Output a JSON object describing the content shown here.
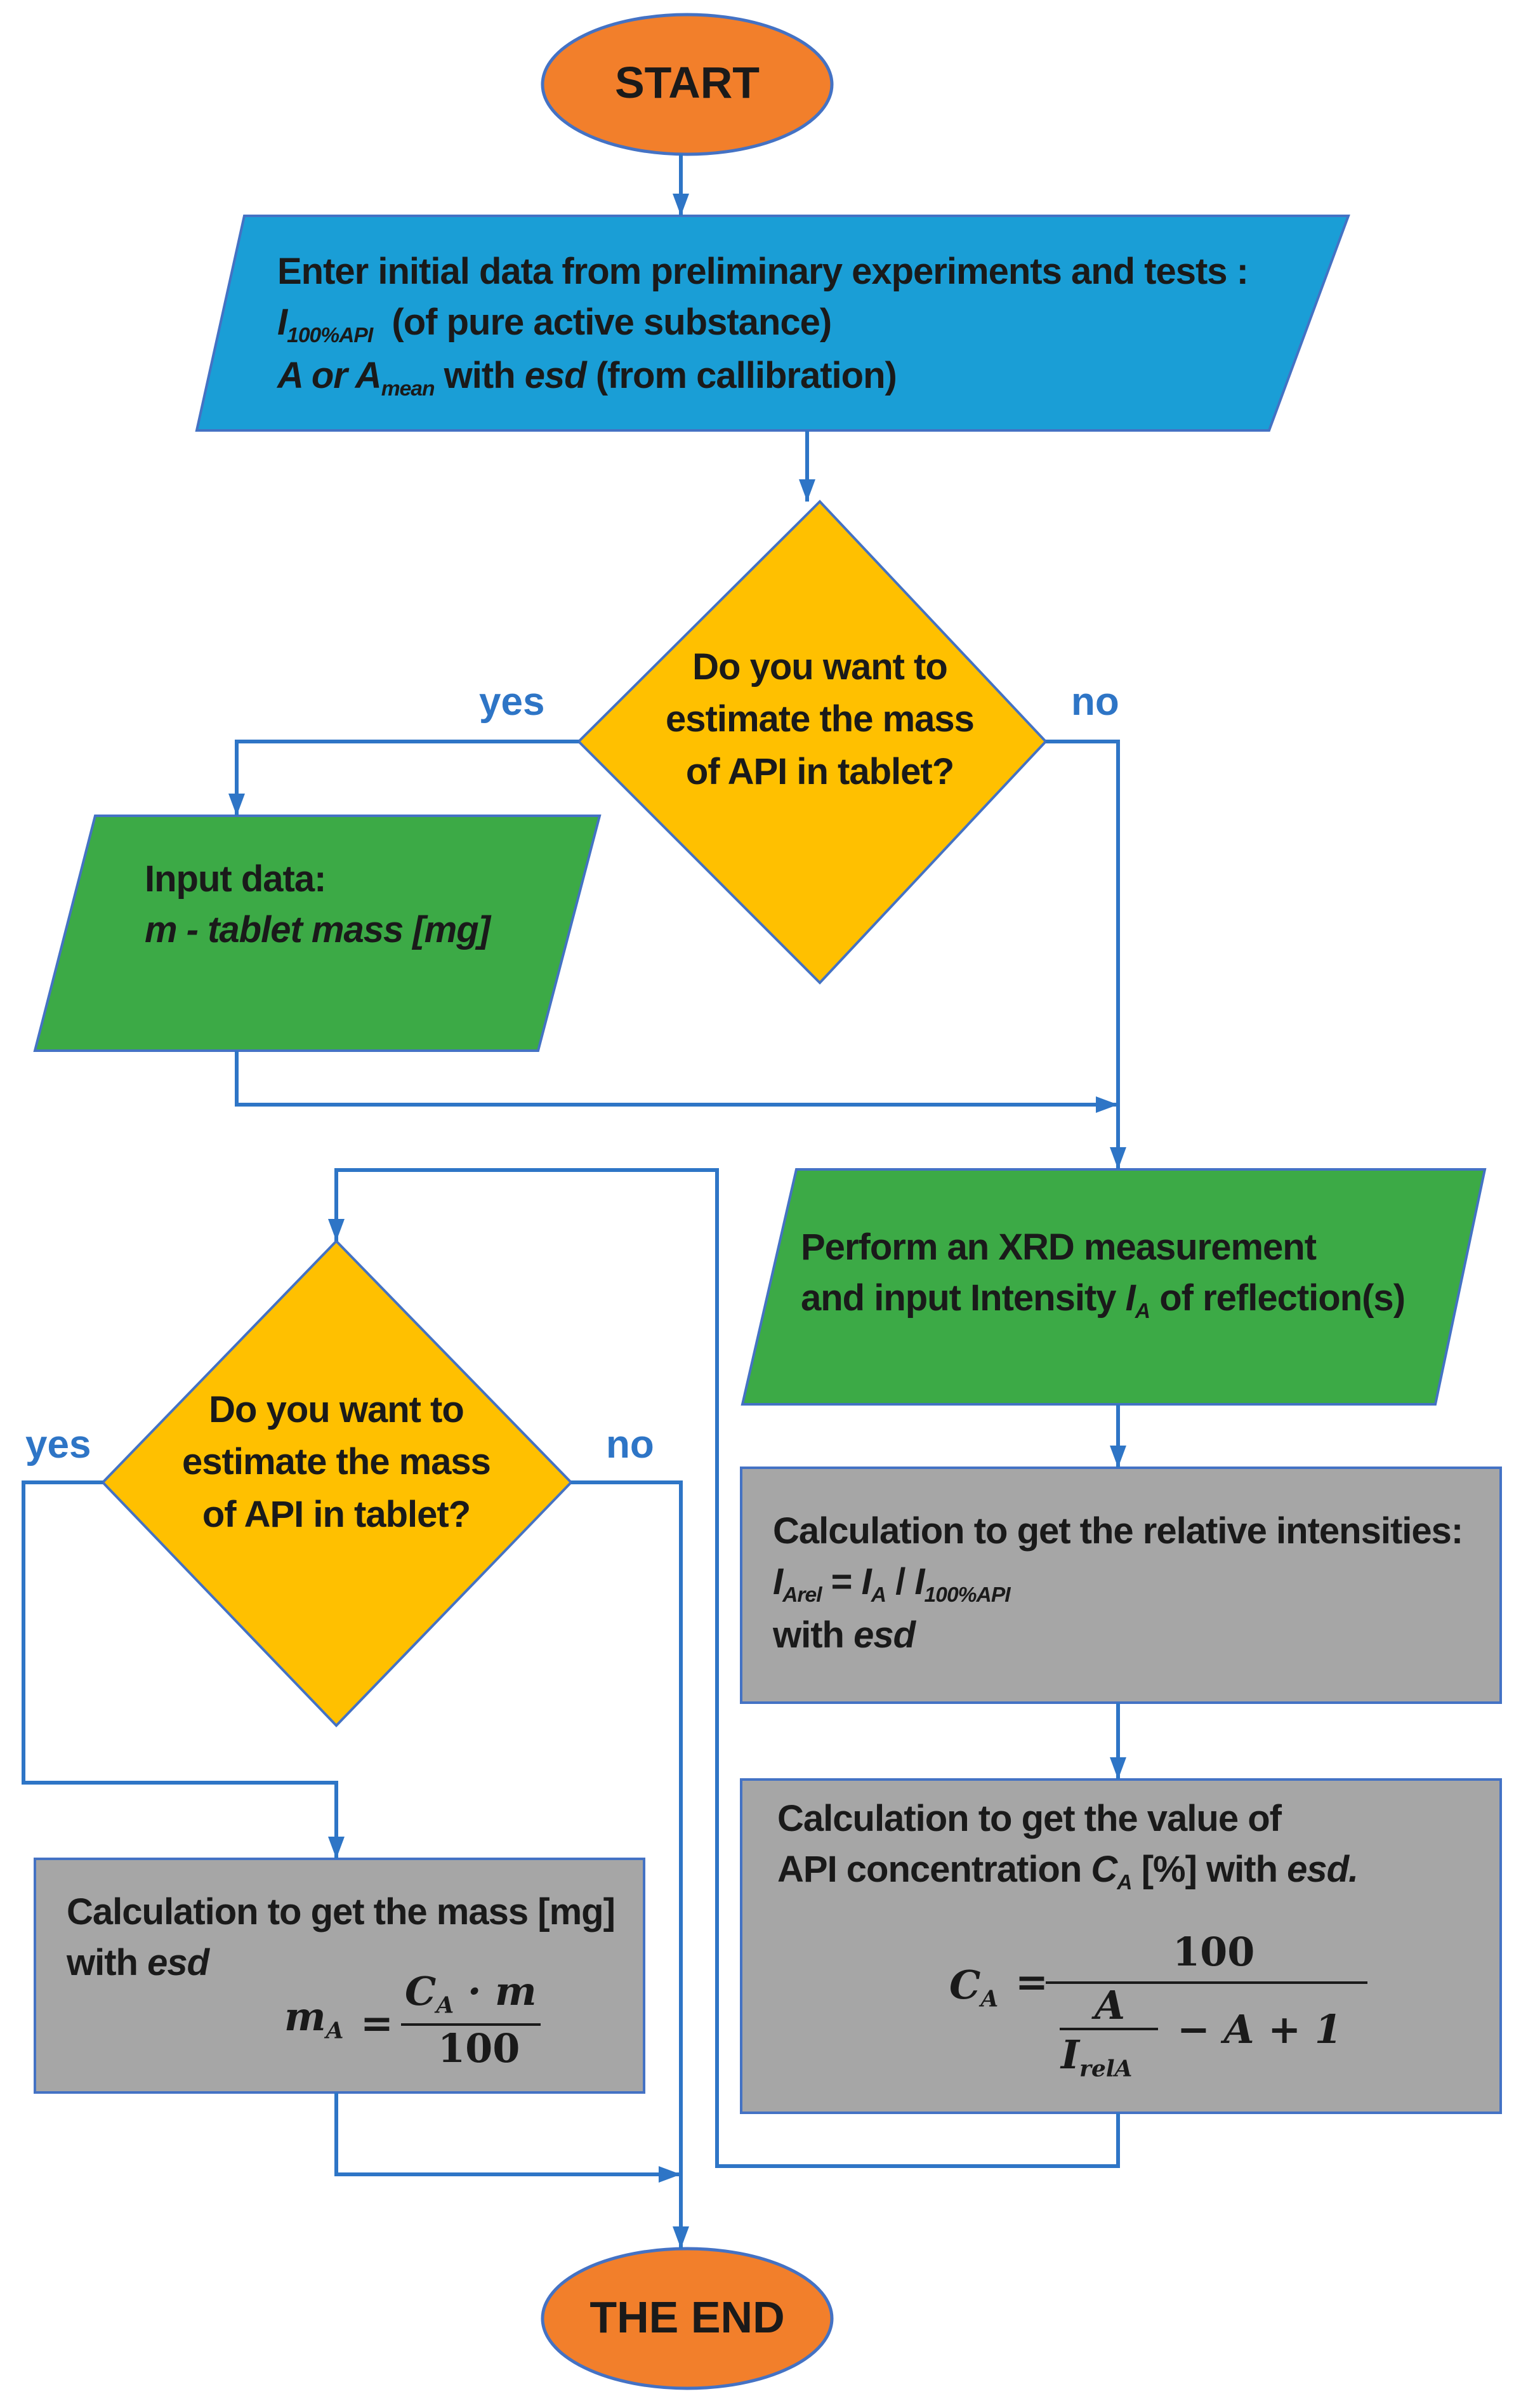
{
  "start": {
    "label": "START"
  },
  "end": {
    "label": "THE END"
  },
  "input_initial": {
    "line1": "Enter initial data from preliminary experiments and tests :",
    "line2_symbol": "I",
    "line2_sub": "100%API",
    "line2_text": "(of pure active substance)",
    "line3_a": "A or A",
    "line3_sub": "mean",
    "line3_with": " with ",
    "line3_esd": "esd",
    "line3_rest": " (from callibration)"
  },
  "decision_top": {
    "line1": "Do you want to",
    "line2": "estimate the mass",
    "line3": "of API in tablet?",
    "yes_label": "yes",
    "no_label": "no"
  },
  "input_mass": {
    "line1": "Input data:",
    "line2": "m - tablet mass [mg]"
  },
  "xrd": {
    "line1": "Perform an XRD measurement",
    "line2_pre": "and input Intensity ",
    "line2_symbol": "I",
    "line2_sub": "A",
    "line2_post": " of reflection(s)"
  },
  "decision_left": {
    "line1": "Do you want to",
    "line2": "estimate the mass",
    "line3": "of API in tablet?",
    "yes_label": "yes",
    "no_label": "no"
  },
  "calc_rel": {
    "line1": "Calculation to get the relative intensities:",
    "f_I1": "I",
    "f_sub1": "Arel",
    "f_eq": " = ",
    "f_I2": "I",
    "f_sub2": "A",
    "f_slash": " / ",
    "f_I3": "I",
    "f_sub3": "100%API",
    "line3_with": "with ",
    "line3_esd": "esd"
  },
  "calc_conc": {
    "line1": "Calculation to get the value of",
    "line2_pre": "API concentration ",
    "line2_symbol": "C",
    "line2_sub": "A",
    "line2_mid": " [%] with ",
    "line2_esd": "esd.",
    "eq_lhs": "C",
    "eq_lhs_sub": "A",
    "eq_equals": "=",
    "eq_numerator": "100",
    "eq_inner_num": "A",
    "eq_inner_den": "I",
    "eq_inner_den_sub": "relA",
    "eq_tail": "−  A  +  1"
  },
  "calc_mass": {
    "line1": "Calculation to get the mass [mg]",
    "line2_with": "with ",
    "line2_esd": "esd",
    "eq_lhs": "m",
    "eq_lhs_sub": "A",
    "eq_equals": "=",
    "eq_numerator_c": "C",
    "eq_numerator_sub": "A",
    "eq_numerator_rest": " · m",
    "eq_denominator": "100"
  },
  "colors": {
    "orange": "#f27f2b",
    "blue": "#1a9ed6",
    "yellow": "#ffc000",
    "green": "#3caa46",
    "gray": "#a6a6a6",
    "arrow": "#2e75c6"
  }
}
